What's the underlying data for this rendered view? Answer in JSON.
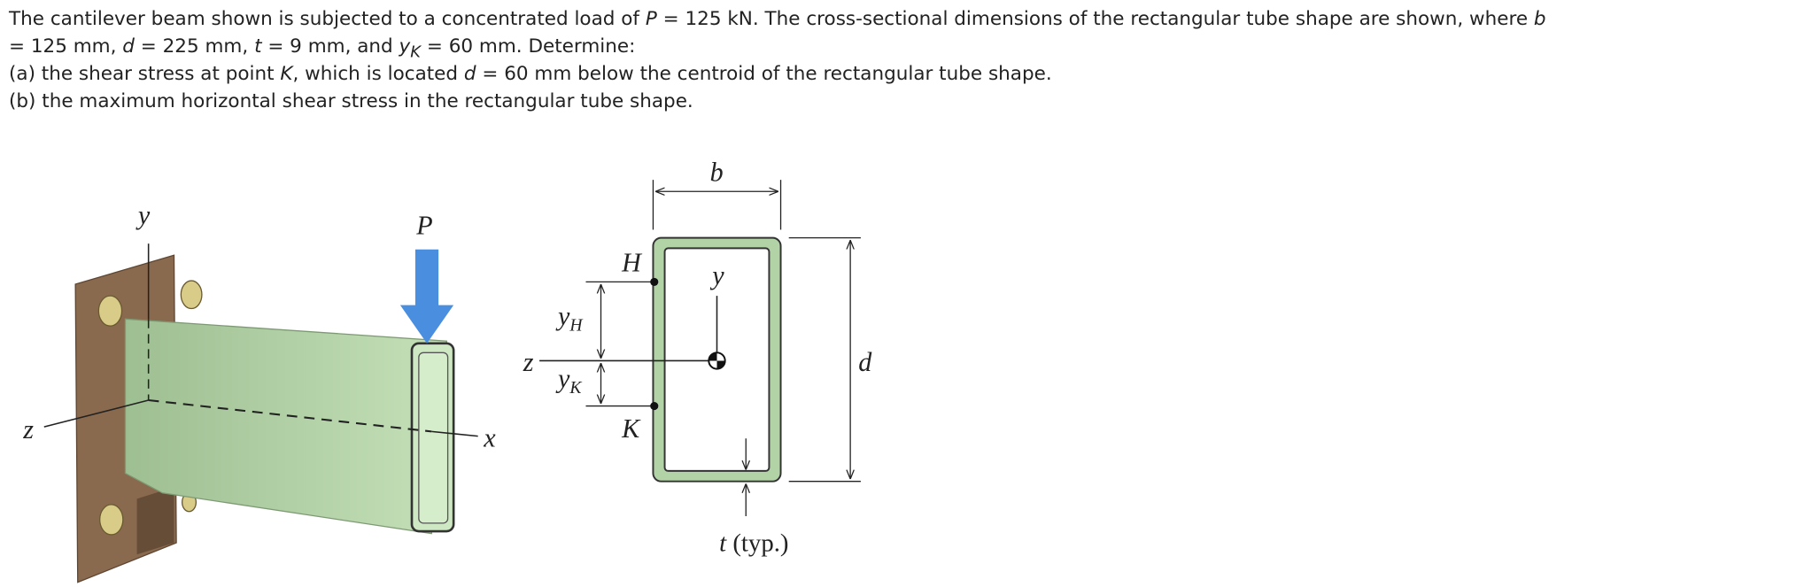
{
  "problem": {
    "line1": {
      "a": "The cantilever beam shown is subjected to a concentrated load of ",
      "P": "P",
      "b": " = 125 kN. The cross-sectional dimensions of the rectangular tube shape are shown, where ",
      "bvar": "b"
    },
    "line2": {
      "a": "= 125 mm, ",
      "d": "d",
      "b": " = 225 mm, ",
      "t": "t",
      "c": " = 9 mm, and ",
      "y": "y",
      "K": "K",
      "e": " = 60 mm. Determine:"
    },
    "line3": {
      "a": "(a) the shear stress at point ",
      "K": "K",
      "b": ", which is located ",
      "d": "d",
      "c": " = 60 mm below the centroid of the rectangular tube shape."
    },
    "line4": "(b) the maximum horizontal shear stress in the rectangular tube shape."
  },
  "figure": {
    "beam_labels": {
      "y": "y",
      "z": "z",
      "x": "x",
      "P": "P"
    },
    "section_labels": {
      "b": "b",
      "d": "d",
      "H": "H",
      "K": "K",
      "y": "y",
      "z": "z",
      "yH": "y",
      "yH_sub": "H",
      "yK": "y",
      "yK_sub": "K",
      "t": "t",
      "typ": " (typ.)"
    },
    "colors": {
      "beam": "#b2d3a6",
      "plate": "#8a6a4e",
      "load_arrow": "#4a8ee0",
      "bolt": "#d8cc88"
    }
  }
}
